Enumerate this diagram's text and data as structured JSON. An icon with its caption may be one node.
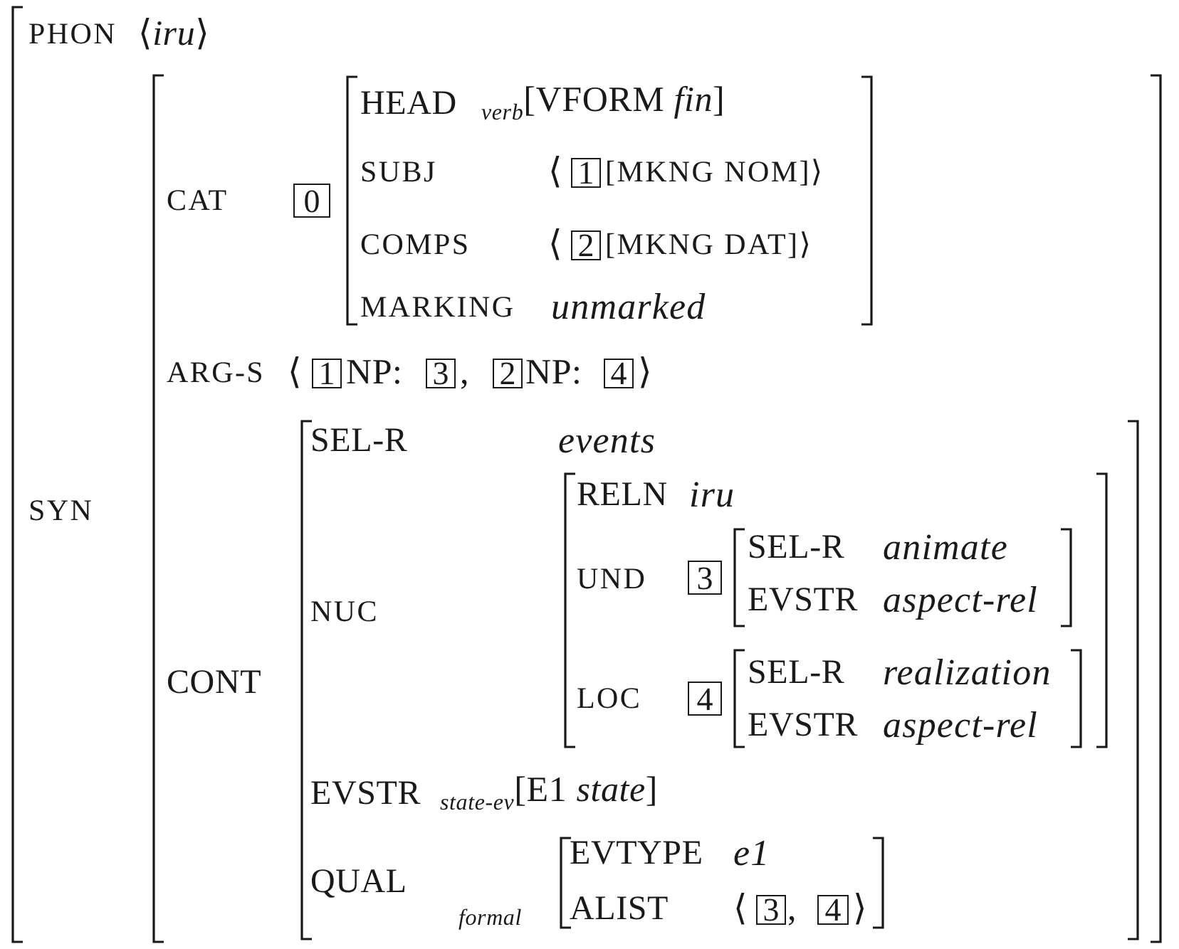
{
  "diagram": {
    "nodes": [
      {
        "text": [
          "PHON",
          "⟨*iru*⟩",
          "SYN"
        ]
      },
      {
        "text": [
          "CAT",
          "ARG-S",
          "⟨",
          "NP:",
          ",",
          "NP:",
          "⟩",
          "CONT"
        ],
        "in": 0
      },
      {
        "text": [
          "0"
        ],
        "in": 1
      },
      {
        "text": [
          "HEAD",
          "$_{verb}$[VFORM *fin*]",
          "SUBJ",
          "⟨",
          "[MKNG NOM]⟩",
          "COMPS",
          "⟨",
          "[MKNG DAT]⟩",
          "MARKING",
          "unmarked"
        ],
        "in": 1
      },
      {
        "text": [
          "1"
        ],
        "in": 3
      },
      {
        "text": [
          "2"
        ],
        "in": 3
      },
      {
        "text": [
          "1"
        ],
        "in": 1
      },
      {
        "text": [
          "3"
        ],
        "in": 1
      },
      {
        "text": [
          "2"
        ],
        "in": 1
      },
      {
        "text": [
          "4"
        ],
        "in": 1
      },
      {
        "text": [
          "SEL-R",
          "events",
          "NUC",
          "EVSTR",
          "$_{state-ev}$[E1 *state*]",
          "QUAL"
        ],
        "in": 1
      },
      {
        "text": [
          "RELN",
          "iru",
          "UND",
          "LOC"
        ],
        "in": 10
      },
      {
        "text": [
          "3"
        ],
        "in": 11
      },
      {
        "text": [
          "SEL-R",
          "animate",
          "EVSTR",
          "aspect-rel"
        ],
        "in": 11
      },
      {
        "text": [
          "4"
        ],
        "in": 11
      },
      {
        "text": [
          "SEL-R",
          "realization",
          "EVSTR",
          "aspect-rel"
        ],
        "in": 11
      },
      {
        "text": [
          "EVTYPE",
          "e1",
          "ALIST",
          "⟨",
          ",",
          "⟩"
        ],
        "in": 10,
        "beside": [
          "formal"
        ]
      },
      {
        "text": [
          "3"
        ],
        "in": 16
      },
      {
        "text": [
          "4"
        ],
        "in": 16
      }
    ]
  }
}
